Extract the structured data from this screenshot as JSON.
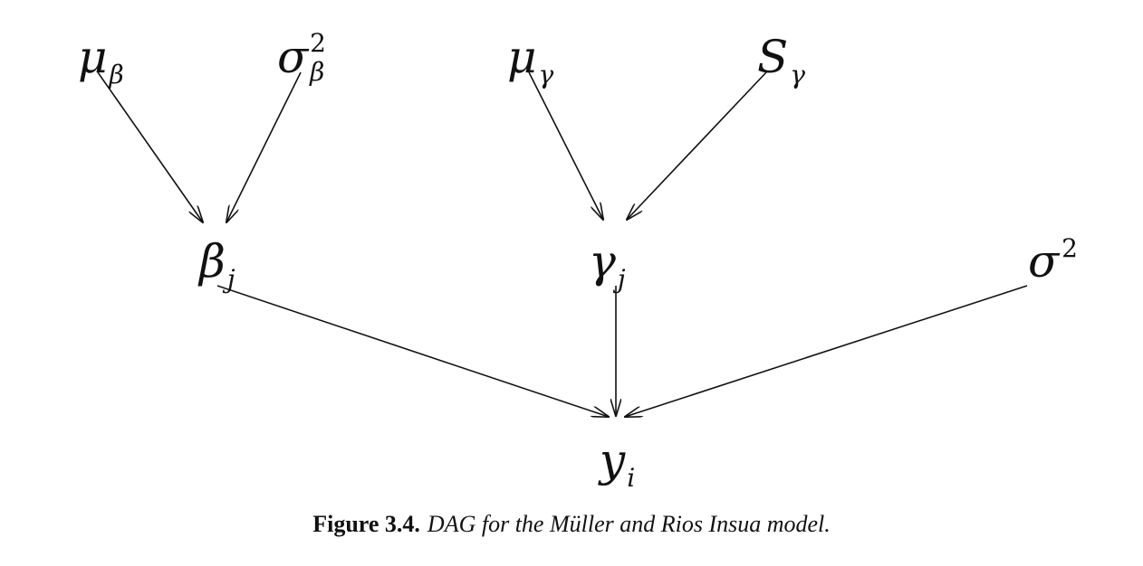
{
  "nodes": {
    "mu_beta": {
      "base": "μ",
      "sub": "β"
    },
    "sigma2_beta": {
      "base": "σ",
      "sup": "2",
      "sub": "β"
    },
    "mu_gamma": {
      "base": "μ",
      "sub": "γ"
    },
    "s_gamma": {
      "base": "S",
      "sub": "γ"
    },
    "beta_j": {
      "base": "β",
      "sub": "j"
    },
    "gamma_j": {
      "base": "γ",
      "sub": "j"
    },
    "sigma2": {
      "base": "σ",
      "sup": "2"
    },
    "y_i": {
      "base": "y",
      "sub": "i"
    }
  },
  "edges": [
    {
      "from": "mu_beta",
      "to": "beta_j"
    },
    {
      "from": "sigma2_beta",
      "to": "beta_j"
    },
    {
      "from": "mu_gamma",
      "to": "gamma_j"
    },
    {
      "from": "s_gamma",
      "to": "gamma_j"
    },
    {
      "from": "beta_j",
      "to": "y_i"
    },
    {
      "from": "gamma_j",
      "to": "y_i"
    },
    {
      "from": "sigma2",
      "to": "y_i"
    }
  ],
  "caption": {
    "label": "Figure 3.4.",
    "text": "DAG for the Müller and Rios Insua model."
  }
}
